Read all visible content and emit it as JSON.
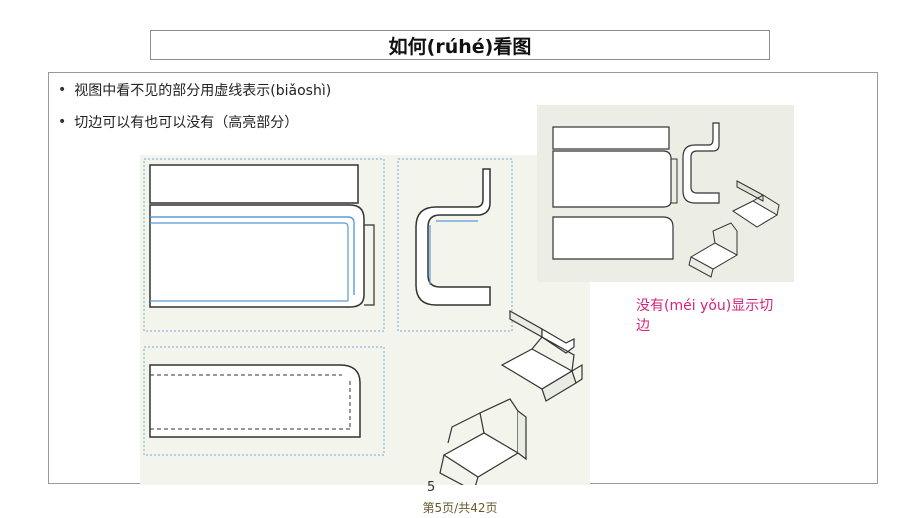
{
  "slide": {
    "title": "如何(rúhé)看图",
    "bullets": [
      "视图中看不见的部分用虚线表示(biǎoshì)",
      "切边可以有也可以没有（高亮部分）"
    ],
    "caption": "没有(méi yǒu)显示切边",
    "page_number": "5",
    "footer": "第5页/共42页"
  },
  "colors": {
    "accent_pink": "#d4237a",
    "highlight_blue": "#5b9bd5",
    "panel_bg": "#f3f5ec"
  }
}
